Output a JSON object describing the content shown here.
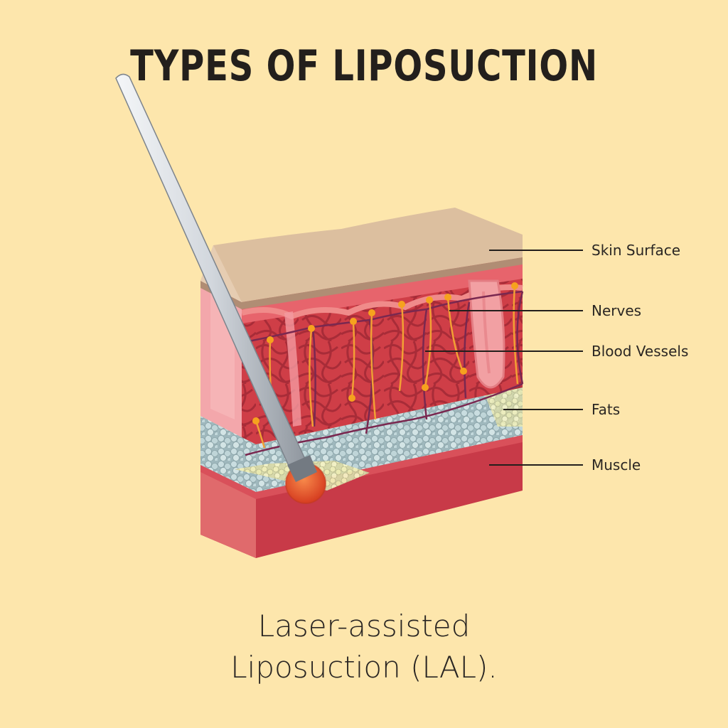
{
  "title": "TYPES OF LIPOSUCTION",
  "labels": {
    "skin_surface": "Skin Surface",
    "nerves": "Nerves",
    "blood_vessels": "Blood Vessels",
    "fats": "Fats",
    "muscle": "Muscle"
  },
  "caption": {
    "line1": "Laser-assisted",
    "line2": "Liposuction (LAL)."
  },
  "colors": {
    "background": "#fde6ac",
    "skin": "#dcbf9f",
    "dermis": "#d9434f",
    "fat": "#b8cfd3",
    "muscle": "#c83a48",
    "probe": "#c9cfd6",
    "laser_tip": "#e2512e"
  }
}
